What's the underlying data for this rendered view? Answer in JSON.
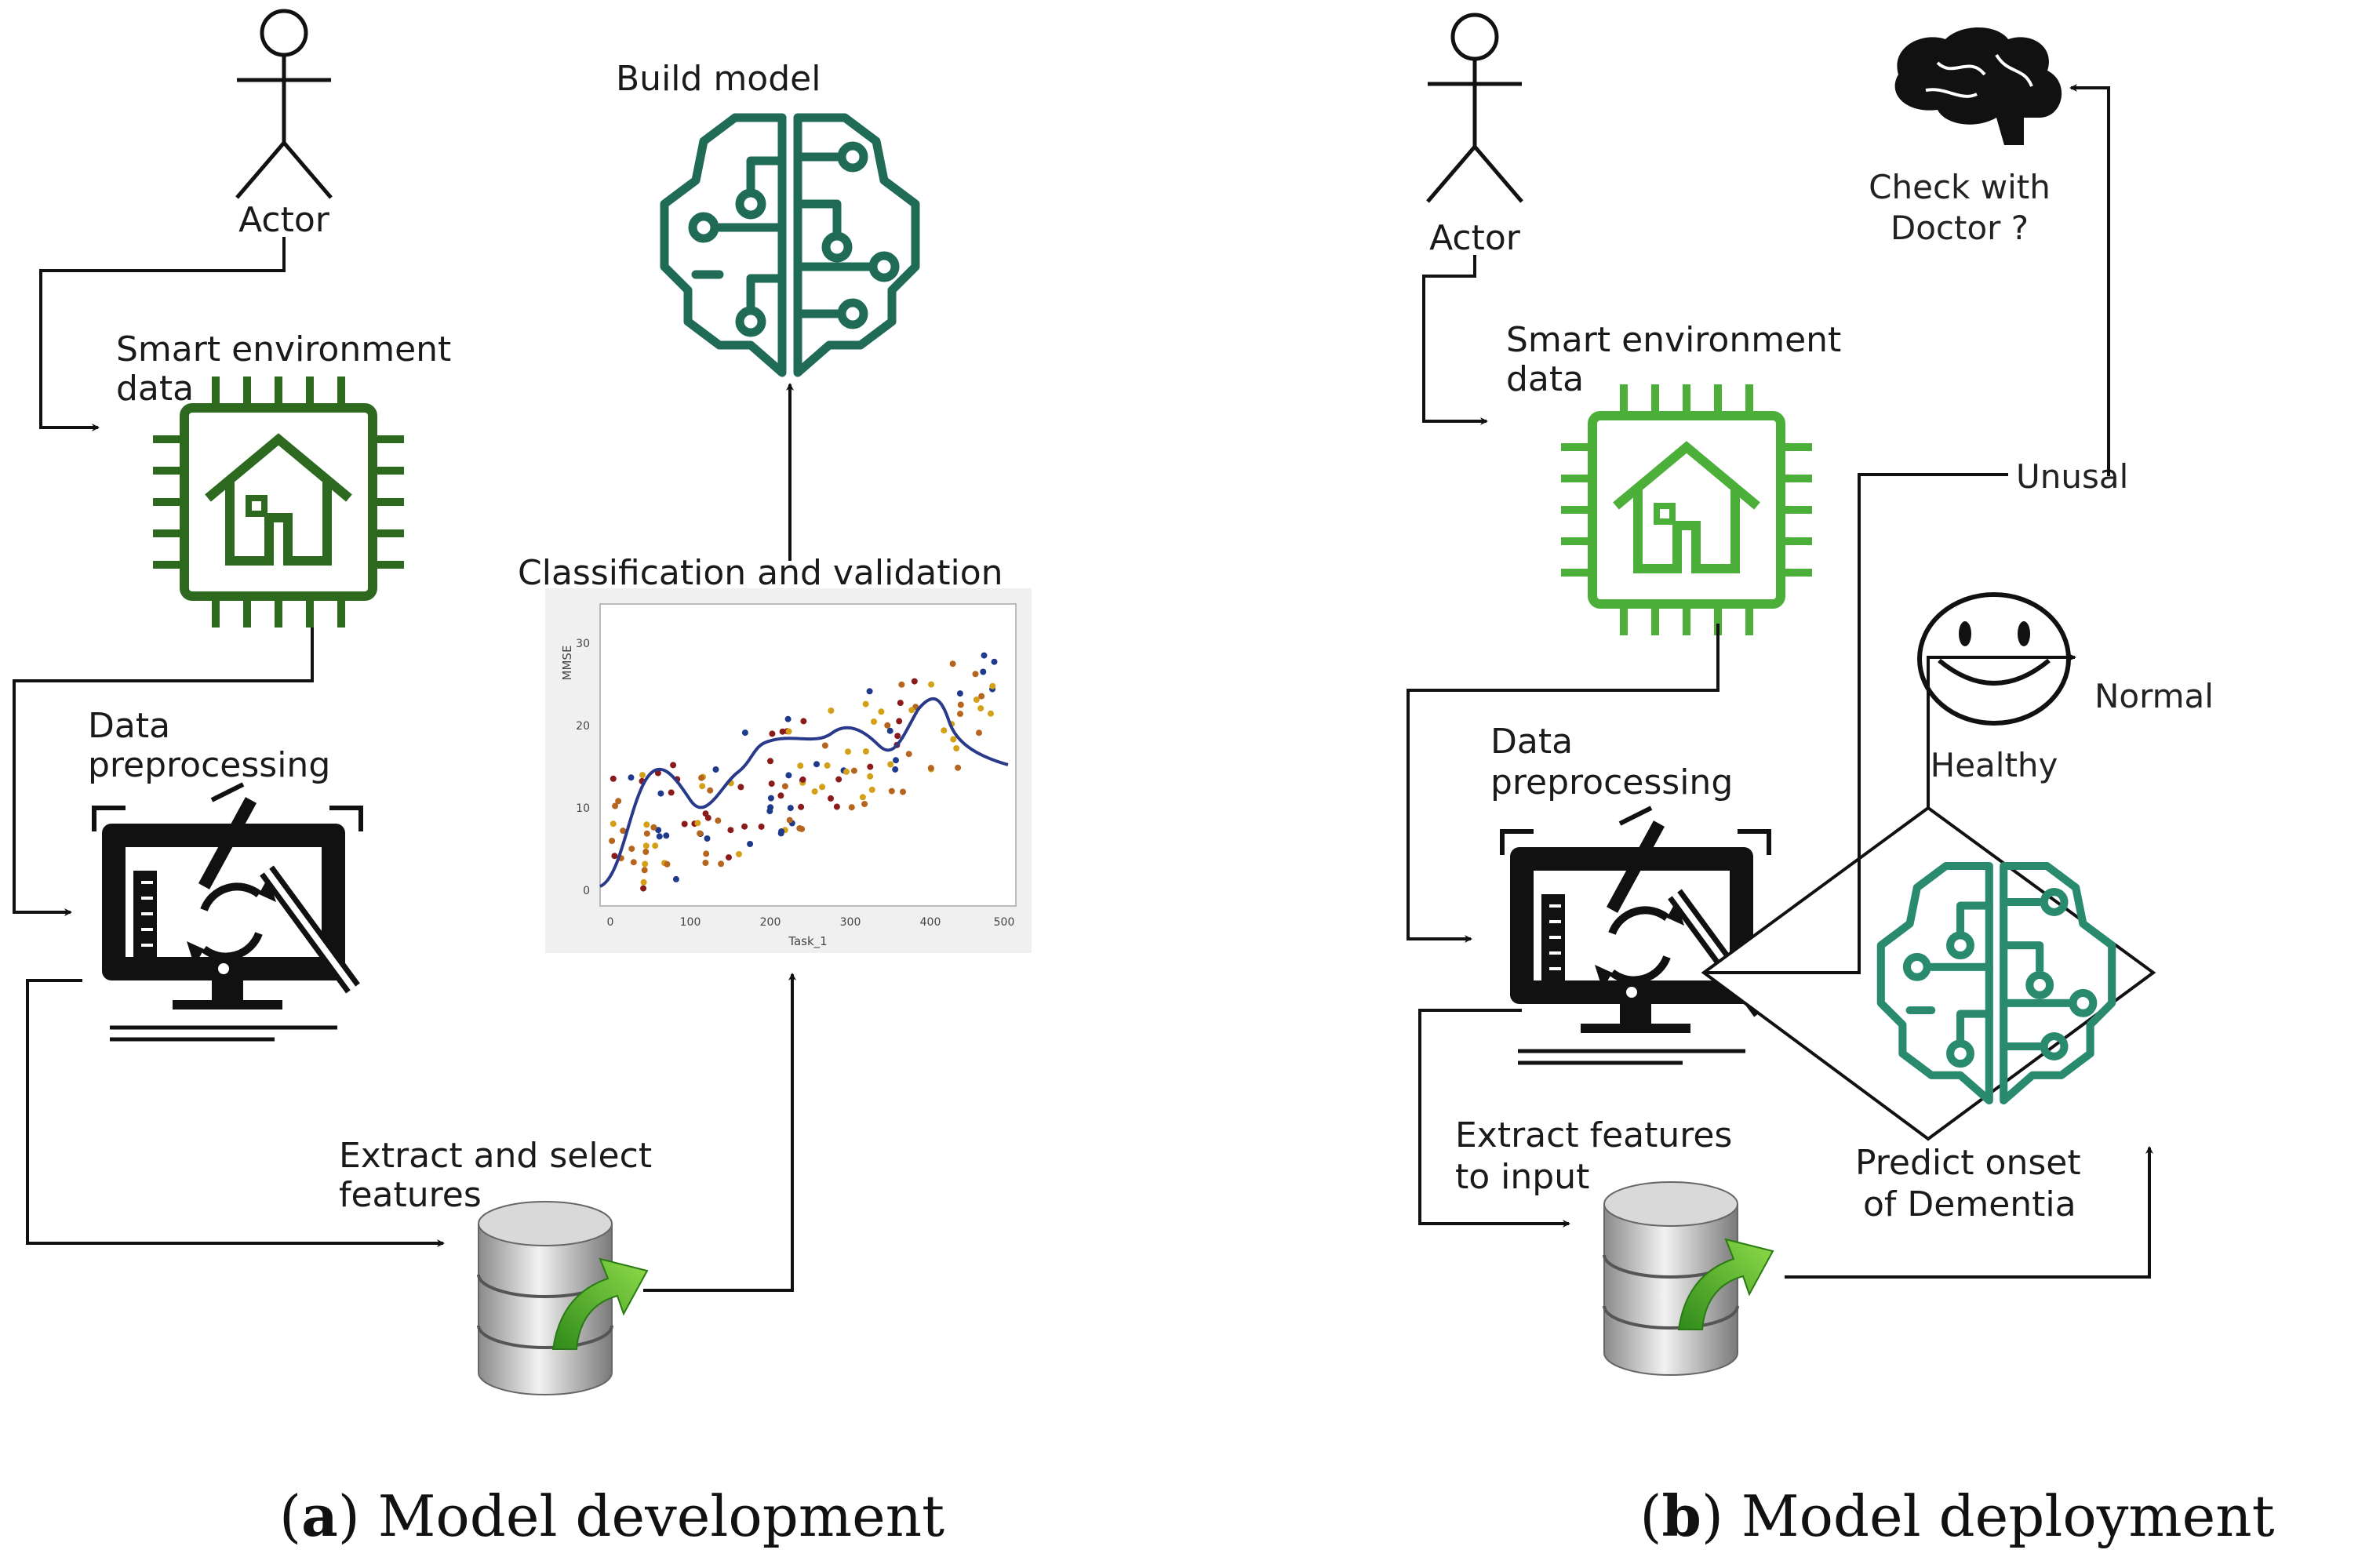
{
  "panel_a": {
    "actor": "Actor",
    "smart_env_line1": "Smart environment",
    "smart_env_line2": "data",
    "preprocess_line1": "Data",
    "preprocess_line2": "preprocessing",
    "extract_line1": "Extract and select",
    "extract_line2": "features",
    "classification": "Classification and validation",
    "build_model": "Build model",
    "caption_letter": "a",
    "caption_text": " Model development",
    "plot": {
      "ylabel": "MMSE",
      "xlabel": "Task_1",
      "xticks": [
        "0",
        "100",
        "200",
        "300",
        "400",
        "500"
      ],
      "yticks": [
        "0",
        "10",
        "20",
        "30"
      ]
    }
  },
  "panel_b": {
    "actor": "Actor",
    "smart_env_line1": "Smart environment",
    "smart_env_line2": "data",
    "preprocess_line1": "Data",
    "preprocess_line2": "preprocessing",
    "extract_line1": "Extract features",
    "extract_line2": "to input",
    "predict_line1": "Predict onset",
    "predict_line2": "of Dementia",
    "unusual": "Unusal",
    "normal": "Normal",
    "healthy": "Healthy",
    "check_line1": "Check with",
    "check_line2": "Doctor ?",
    "caption_letter": "b",
    "caption_text": " Model deployment"
  },
  "colors": {
    "chip_dark_green": "#2d6a1f",
    "chip_light_green": "#4caf3a",
    "brain_teal": "#1f6b55",
    "arrow_green": "#5cb82e"
  }
}
